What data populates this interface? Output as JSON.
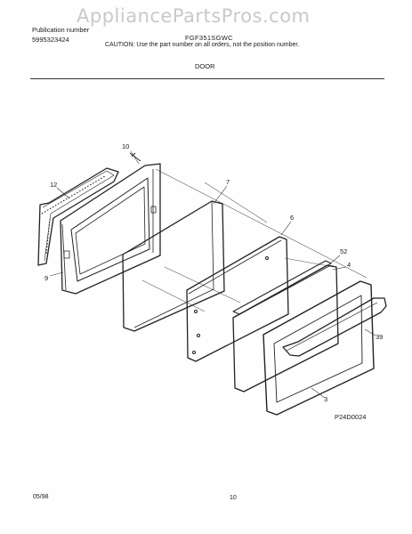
{
  "watermark": "AppliancePartsPros.com",
  "header": {
    "publication_label": "Publication number",
    "publication_number": "5995323424",
    "model": "FGF351SGWC",
    "caution": "CAUTION:  Use the part number on all orders, not the position number.",
    "section": "DOOR"
  },
  "callouts": {
    "c10": "10",
    "c12": "12",
    "c9": "9",
    "c7": "7",
    "c6": "6",
    "c52": "52",
    "c4": "4",
    "c39": "39",
    "c3": "3"
  },
  "drawing_code": "P24D0024",
  "footer": {
    "date": "05/98",
    "page": "10"
  }
}
